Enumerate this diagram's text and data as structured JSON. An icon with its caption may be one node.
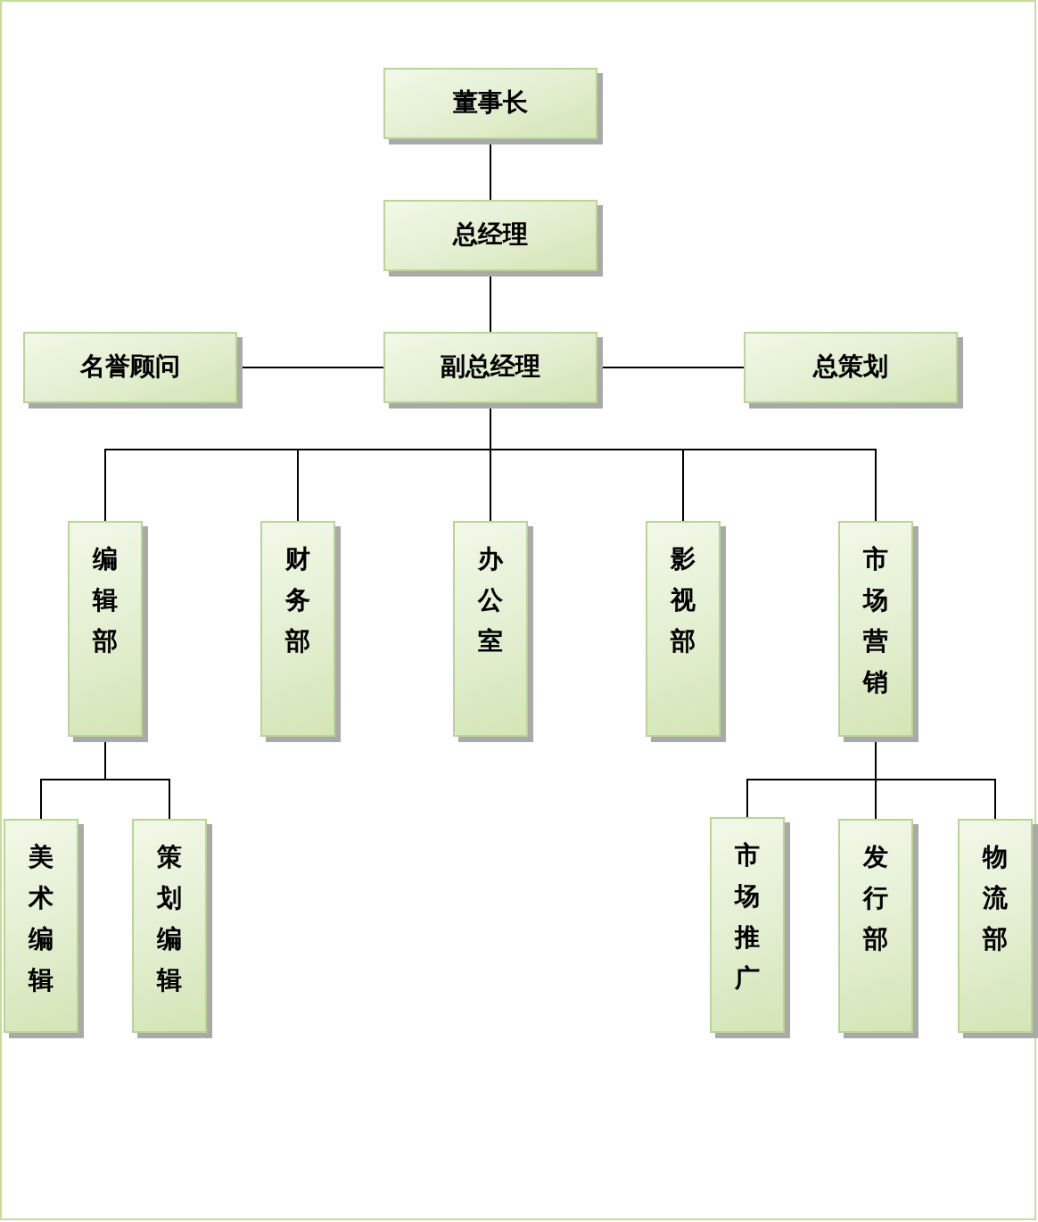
{
  "diagram": {
    "nodes": [
      {
        "text": [
          "董事长"
        ]
      },
      {
        "text": [
          "总经理"
        ]
      },
      {
        "text": [
          "副总经理"
        ]
      },
      {
        "text": [
          "名誉顾问"
        ]
      },
      {
        "text": [
          "总策划"
        ]
      },
      {
        "text": [
          "编辑部"
        ]
      },
      {
        "text": [
          "财务部"
        ]
      },
      {
        "text": [
          "办公室"
        ]
      },
      {
        "text": [
          "影视部"
        ]
      },
      {
        "text": [
          "市场营销"
        ]
      },
      {
        "text": [
          "美术编辑"
        ]
      },
      {
        "text": [
          "策划编辑"
        ]
      },
      {
        "text": [
          "市场推广"
        ]
      },
      {
        "text": [
          "发行部"
        ]
      },
      {
        "text": [
          "物流部"
        ]
      }
    ],
    "edges": [
      {
        "from": 0,
        "to": 1,
        "arrow": "none"
      },
      {
        "from": 1,
        "to": 2,
        "arrow": "none"
      },
      {
        "from": 2,
        "to": 3,
        "arrow": "none"
      },
      {
        "from": 2,
        "to": 4,
        "arrow": "none"
      },
      {
        "from": 2,
        "to": 5,
        "arrow": "none"
      },
      {
        "from": 2,
        "to": 6,
        "arrow": "none"
      },
      {
        "from": 2,
        "to": 7,
        "arrow": "none"
      },
      {
        "from": 2,
        "to": 8,
        "arrow": "none"
      },
      {
        "from": 2,
        "to": 9,
        "arrow": "none"
      },
      {
        "from": 5,
        "to": 10,
        "arrow": "none"
      },
      {
        "from": 5,
        "to": 11,
        "arrow": "none"
      },
      {
        "from": 9,
        "to": 12,
        "arrow": "none"
      },
      {
        "from": 9,
        "to": 13,
        "arrow": "none"
      },
      {
        "from": 9,
        "to": 14,
        "arrow": "none"
      }
    ]
  }
}
